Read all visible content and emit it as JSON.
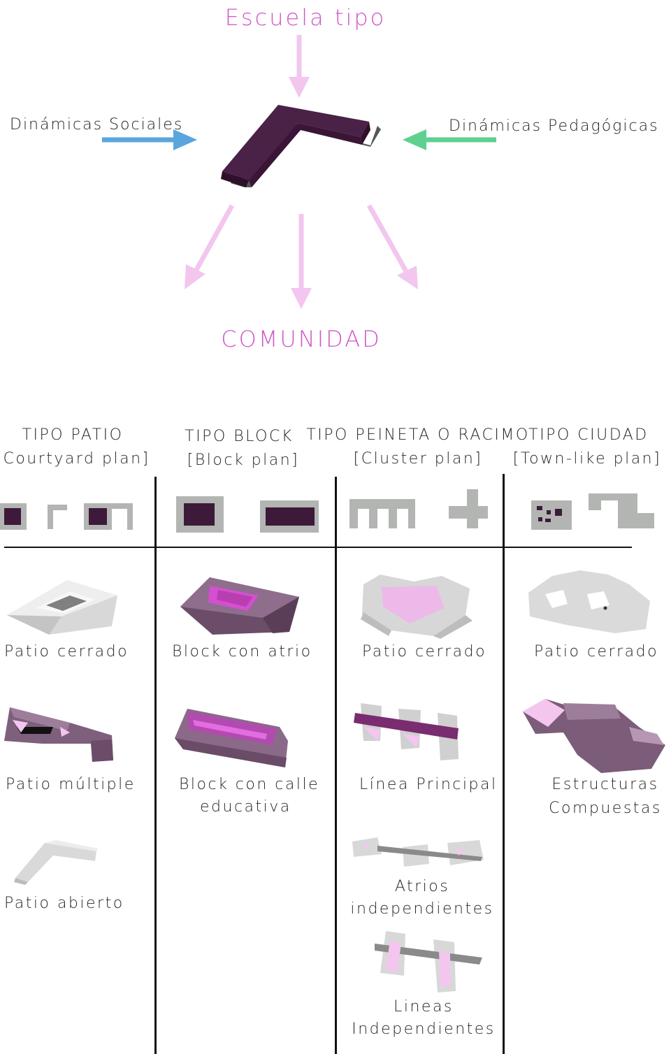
{
  "top": {
    "title": "Escuela tipo",
    "left_label": "Dinámicas Sociales",
    "right_label": "Dinámicas Pedagógicas",
    "bottom_label": "COMUNIDAD"
  },
  "colors": {
    "accent_pink": "#d056c8",
    "arrow_pink": "#f2c6ee",
    "arrow_blue": "#5aa6dc",
    "arrow_green": "#5ed08f",
    "dark_purple": "#3d1a3a",
    "grey_plan": "#b3b5b3"
  },
  "columns": [
    {
      "title": "TIPO PATIO",
      "subtitle": "[Courtyard plan]",
      "items": [
        "Patio cerrado",
        "Patio múltiple",
        "Patio abierto"
      ]
    },
    {
      "title": "TIPO BLOCK",
      "subtitle": "[Block plan]",
      "items": [
        "Block  con atrio",
        "Block  con calle educativa"
      ]
    },
    {
      "title": "TIPO PEINETA O RACIMO",
      "subtitle": "[Cluster plan]",
      "items": [
        "Patio cerrado",
        "Línea Principal",
        "Atrios independientes",
        "Lineas Independientes"
      ]
    },
    {
      "title": "TIPO CIUDAD",
      "subtitle": "[Town-like plan]",
      "items": [
        "Patio cerrado",
        "Estructuras Compuestas"
      ]
    }
  ],
  "item_lines": {
    "c1_i3_a": "Block  con calle",
    "c1_i3_b": "educativa",
    "c2_i3_a": "Atrios",
    "c2_i3_b": "independientes",
    "c2_i4_a": "Lineas",
    "c2_i4_b": "Independientes",
    "c3_i2_a": "Estructuras",
    "c3_i2_b": "Compuestas"
  }
}
